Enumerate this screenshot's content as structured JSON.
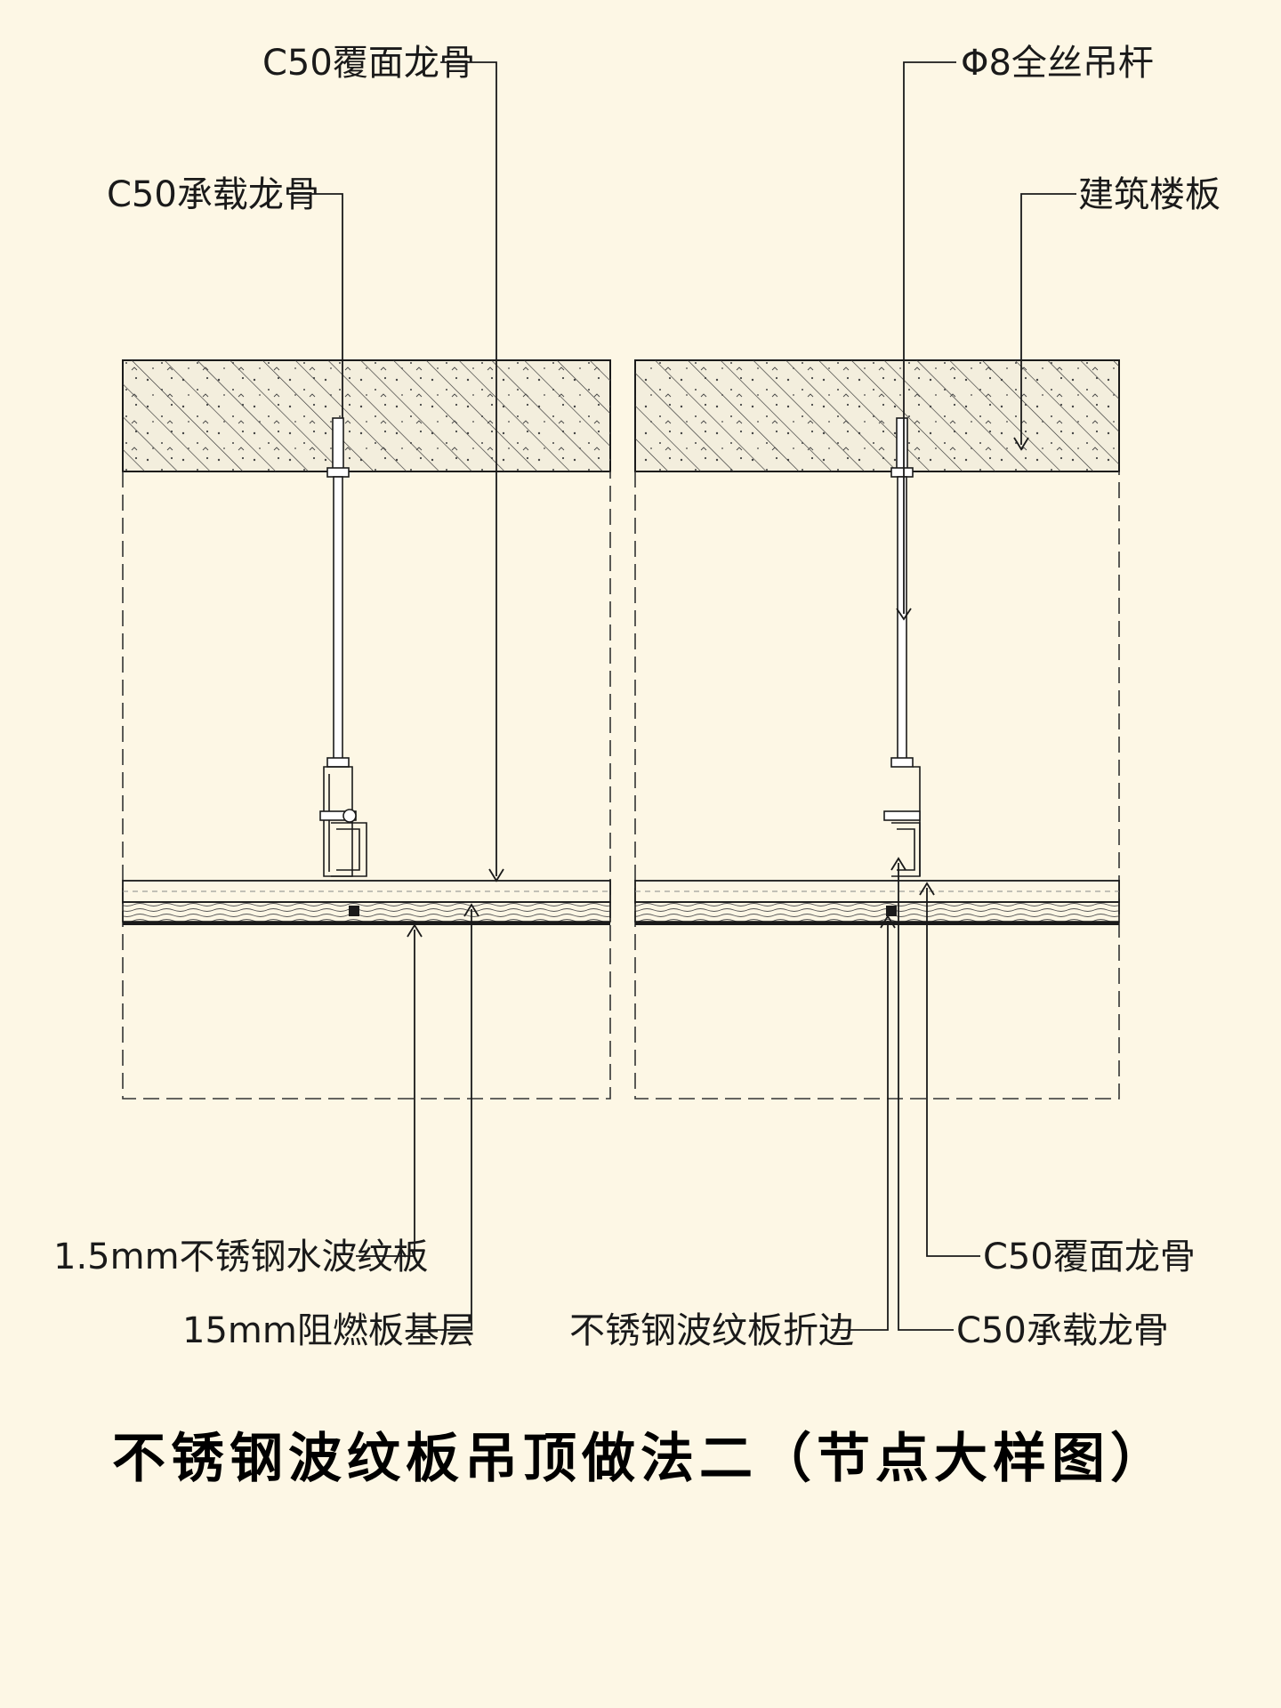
{
  "title": "不锈钢波纹板吊顶做法二（节点大样图）",
  "labels": {
    "top_left_covering_keel": "C50覆面龙骨",
    "top_left_bearing_keel": "C50承载龙骨",
    "top_right_rod": "Φ8全丝吊杆",
    "top_right_slab": "建筑楼板",
    "bottom_left_panel": "1.5mm不锈钢水波纹板",
    "bottom_left_board": "15mm阻燃板基层",
    "bottom_mid_fold": "不锈钢波纹板折边",
    "bottom_right_covering_keel": "C50覆面龙骨",
    "bottom_right_bearing_keel": "C50承载龙骨"
  },
  "colors": {
    "background": "#fdf7e5",
    "line": "#1a1a1a",
    "concrete_fill": "#f3eedd"
  }
}
